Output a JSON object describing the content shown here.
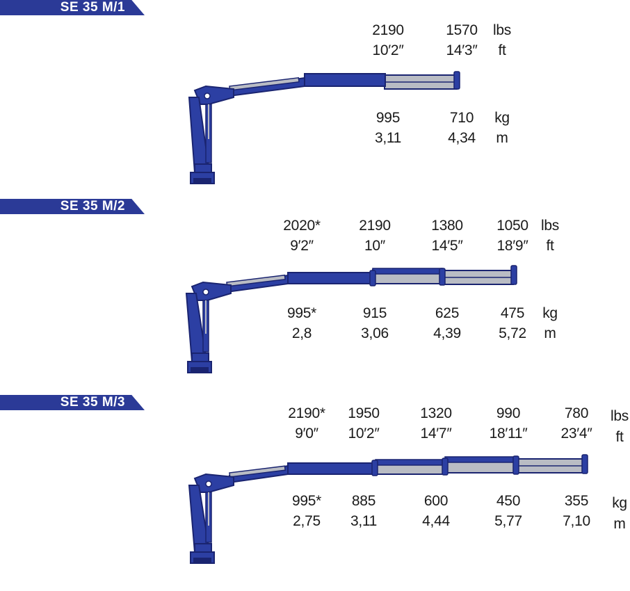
{
  "colors": {
    "banner": "#2b3a97",
    "boom": "#2c3fa3",
    "boom_dark": "#1a2470",
    "extension": "#b9bcc4"
  },
  "models": [
    {
      "name": "SE 35 M/1",
      "columns": [
        {
          "lbs": "2190",
          "ft": "10′2″",
          "kg": "995",
          "m": "3,11"
        },
        {
          "lbs": "1570",
          "ft": "14′3″",
          "kg": "710",
          "m": "4,34"
        }
      ],
      "units": {
        "lbs": "lbs",
        "ft": "ft",
        "kg": "kg",
        "m": "m"
      }
    },
    {
      "name": "SE  35 M/2",
      "columns": [
        {
          "lbs": "2020*",
          "ft": "9′2″",
          "kg": "995*",
          "m": "2,8"
        },
        {
          "lbs": "2190",
          "ft": "10″",
          "kg": "915",
          "m": "3,06"
        },
        {
          "lbs": "1380",
          "ft": "14′5″",
          "kg": "625",
          "m": "4,39"
        },
        {
          "lbs": "1050",
          "ft": "18′9″",
          "kg": "475",
          "m": "5,72"
        }
      ],
      "units": {
        "lbs": "lbs",
        "ft": "ft",
        "kg": "kg",
        "m": "m"
      }
    },
    {
      "name": "SE  35 M/3",
      "columns": [
        {
          "lbs": "2190*",
          "ft": "9′0″",
          "kg": "995*",
          "m": "2,75"
        },
        {
          "lbs": "1950",
          "ft": "10′2″",
          "kg": "885",
          "m": "3,11"
        },
        {
          "lbs": "1320",
          "ft": "14′7″",
          "kg": "600",
          "m": "4,44"
        },
        {
          "lbs": "990",
          "ft": "18′11″",
          "kg": "450",
          "m": "5,77"
        },
        {
          "lbs": "780",
          "ft": "23′4″",
          "kg": "355",
          "m": "7,10"
        }
      ],
      "units": {
        "lbs": "lbs",
        "ft": "ft",
        "kg": "kg",
        "m": "m"
      }
    }
  ]
}
